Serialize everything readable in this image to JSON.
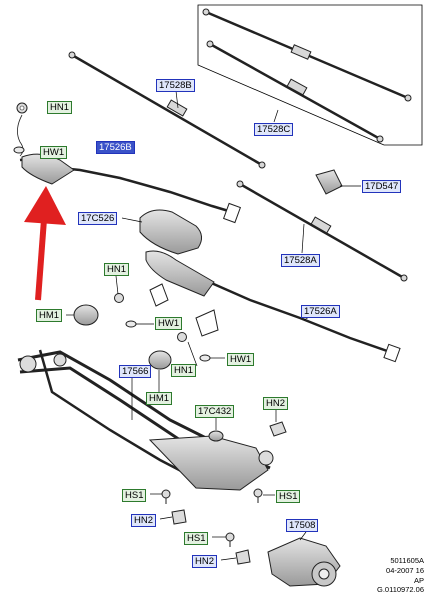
{
  "callouts": {
    "hn1_top": "HN1",
    "hw1_top": "HW1",
    "p17526b_left": "17526B",
    "p17528b": "17528B",
    "p17528c": "17528C",
    "p17d547": "17D547",
    "p17c526": "17C526",
    "hn1_mid": "HN1",
    "p17528a": "17528A",
    "hm1_left": "HM1",
    "hw1_mid": "HW1",
    "p17526a": "17526A",
    "p17566": "17566",
    "hn1_low": "HN1",
    "hw1_right": "HW1",
    "hm1_low": "HM1",
    "p17c432": "17C432",
    "hn2_right": "HN2",
    "hs1_left": "HS1",
    "hs1_right": "HS1",
    "hn2_left": "HN2",
    "p17508": "17508",
    "hs1_bottom": "HS1",
    "hn2_bottom": "HN2"
  },
  "footer": {
    "line1": "5011605A",
    "line2": "04-2007 16",
    "line3": "AP",
    "line4": "G.0110972.06"
  },
  "colors": {
    "part_callout_border": "#2233bb",
    "part_callout_fill": "#dfe6fb",
    "hardware_callout_border": "#2d7a2d",
    "hardware_callout_fill": "#e3f1e0",
    "highlight_fill": "#3a52c8",
    "arrow": "#e02020"
  }
}
